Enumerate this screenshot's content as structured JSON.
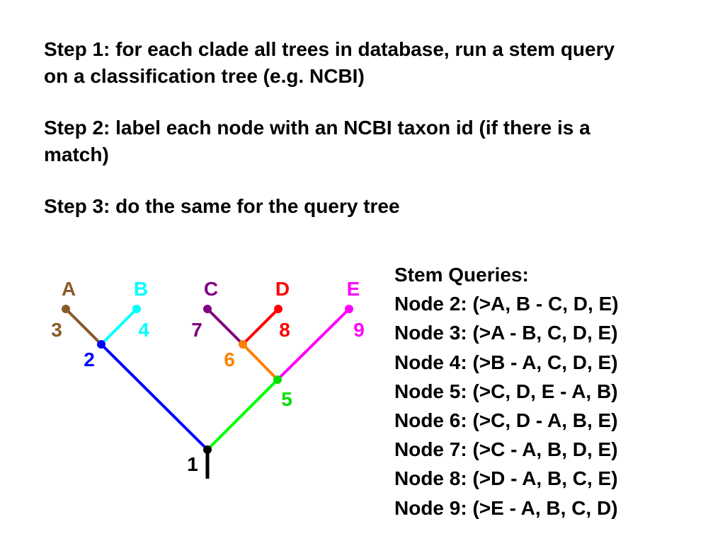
{
  "steps": [
    "Step 1: for each clade all trees in database, run a stem query on a classification tree (e.g. NCBI)",
    "Step 2: label each node with an NCBI taxon id (if there is a match)",
    "Step 3: do the same for the query tree"
  ],
  "tree": {
    "taxa": [
      {
        "label": "A",
        "color": "#8B5A2B"
      },
      {
        "label": "B",
        "color": "#00FFFF"
      },
      {
        "label": "C",
        "color": "#800080"
      },
      {
        "label": "D",
        "color": "#FF0000"
      },
      {
        "label": "E",
        "color": "#FF00FF"
      }
    ],
    "nodes": [
      {
        "id": "1",
        "color": "#000000"
      },
      {
        "id": "2",
        "color": "#0000FF"
      },
      {
        "id": "3",
        "color": "#8B5A2B"
      },
      {
        "id": "4",
        "color": "#00FFFF"
      },
      {
        "id": "5",
        "color": "#00E000"
      },
      {
        "id": "6",
        "color": "#FF8000"
      },
      {
        "id": "7",
        "color": "#800080"
      },
      {
        "id": "8",
        "color": "#FF0000"
      },
      {
        "id": "9",
        "color": "#FF00FF"
      }
    ],
    "edges": [
      {
        "parent": "1",
        "child": "2",
        "color": "#0000FF"
      },
      {
        "parent": "1",
        "child": "5",
        "color": "#00FF00"
      },
      {
        "parent": "2",
        "child": "3",
        "color": "#8B5A2B"
      },
      {
        "parent": "2",
        "child": "4",
        "color": "#00FFFF"
      },
      {
        "parent": "5",
        "child": "6",
        "color": "#FF8000"
      },
      {
        "parent": "5",
        "child": "9",
        "color": "#FF00FF"
      },
      {
        "parent": "6",
        "child": "7",
        "color": "#800080"
      },
      {
        "parent": "6",
        "child": "8",
        "color": "#FF0000"
      }
    ]
  },
  "stem_queries": {
    "title": "Stem Queries:",
    "items": [
      "Node 2: (>A, B - C, D, E)",
      "Node 3: (>A - B, C, D, E)",
      "Node 4: (>B - A, C, D, E)",
      "Node 5: (>C, D, E - A, B)",
      "Node 6: (>C, D - A, B, E)",
      "Node 7: (>C - A, B, D, E)",
      "Node 8: (>D - A, B, C, E)",
      "Node 9: (>E - A, B, C, D)"
    ]
  }
}
